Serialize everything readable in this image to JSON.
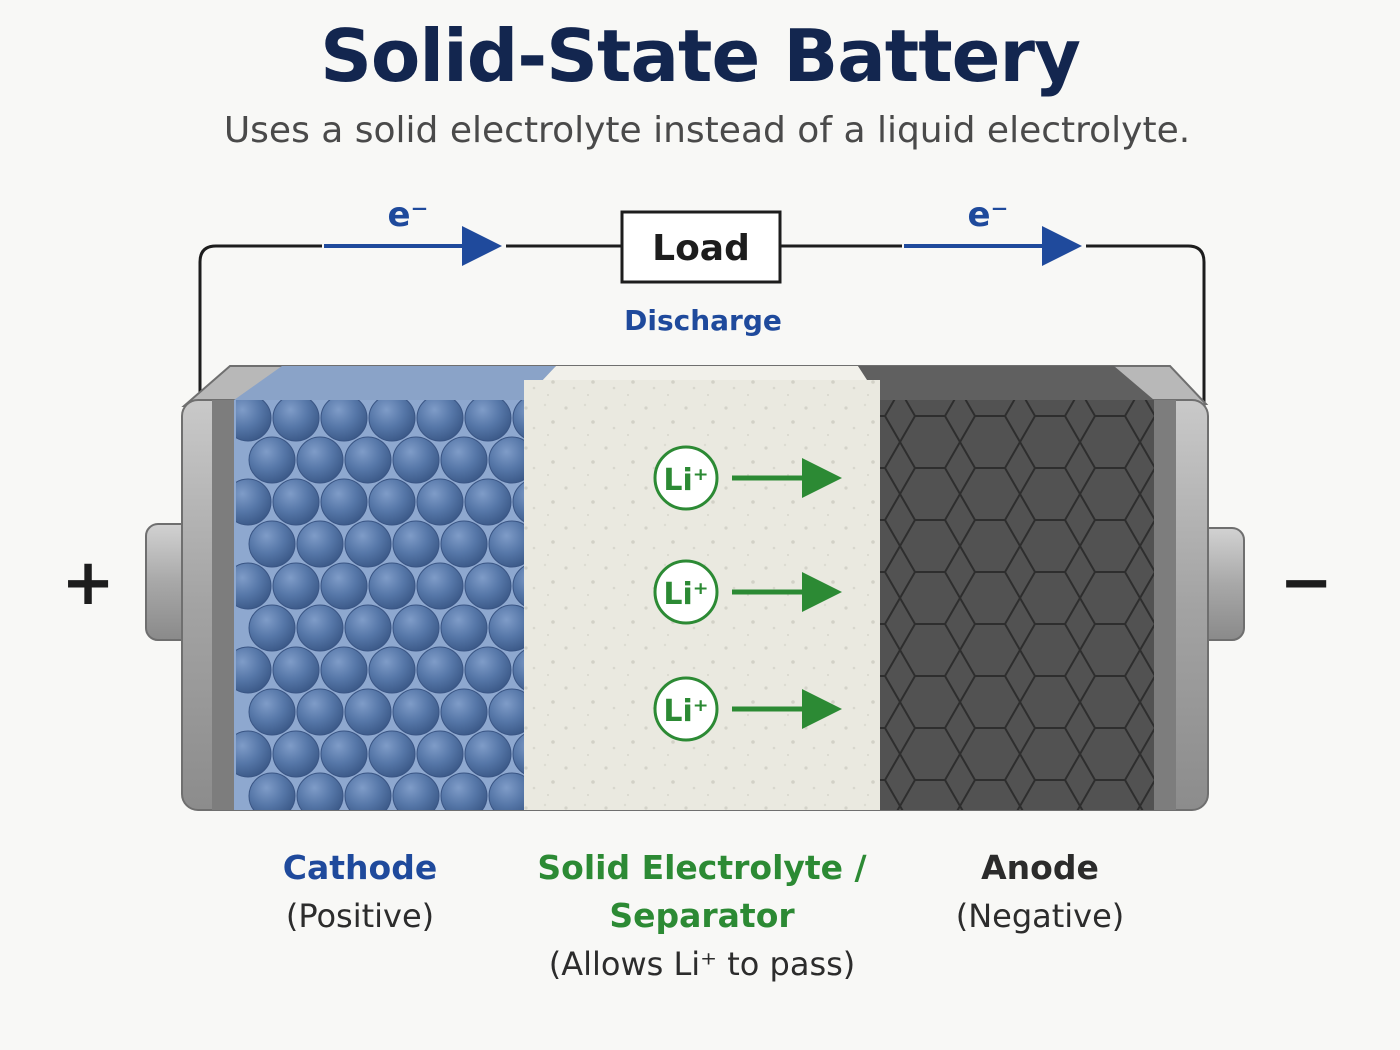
{
  "title": "Solid-State Battery",
  "subtitle": "Uses a solid electrolyte instead of a liquid electrolyte.",
  "circuit": {
    "load_label": "Load",
    "electron_label": "e⁻",
    "mode_label": "Discharge"
  },
  "terminals": {
    "positive": "+",
    "negative": "−"
  },
  "ion_label": "Li⁺",
  "layers": {
    "cathode": {
      "name": "Cathode",
      "sub": "(Positive)"
    },
    "electrolyte": {
      "name_line1": "Solid Electrolyte /",
      "name_line2": "Separator",
      "sub": "(Allows Li⁺ to pass)"
    },
    "anode": {
      "name": "Anode",
      "sub": "(Negative)"
    }
  },
  "colors": {
    "title": "#13264f",
    "electron_flow": "#1f4a9c",
    "ion_flow": "#2c8a34",
    "cathode": "#5677a8",
    "electrolyte": "#e9e8df",
    "anode": "#505050",
    "casing": "#9a9a9a"
  }
}
